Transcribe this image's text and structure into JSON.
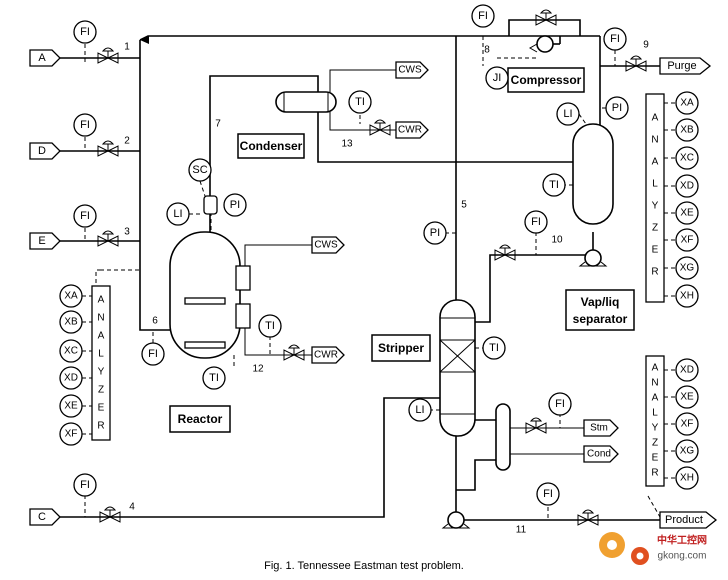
{
  "feeds": {
    "a": "A",
    "d": "D",
    "e": "E",
    "c": "C"
  },
  "streams": {
    "s1": "1",
    "s2": "2",
    "s3": "3",
    "s4": "4",
    "s5": "5",
    "s6": "6",
    "s7": "7",
    "s8": "8",
    "s9": "9",
    "s10": "10",
    "s11": "11",
    "s12": "12",
    "s13": "13"
  },
  "instruments": {
    "fi": "FI",
    "ti": "TI",
    "li": "LI",
    "pi": "PI",
    "sc": "SC",
    "ji": "JI"
  },
  "utilities": {
    "cws": "CWS",
    "cwr": "CWR",
    "stm": "Stm",
    "cond": "Cond"
  },
  "outputs": {
    "purge": "Purge",
    "product": "Product"
  },
  "units": {
    "condenser": "Condenser",
    "compressor": "Compressor",
    "reactor": "Reactor",
    "stripper": "Stripper",
    "separator_line1": "Vap/liq",
    "separator_line2": "separator"
  },
  "analyzer_letters": [
    "A",
    "N",
    "A",
    "L",
    "Y",
    "Z",
    "E",
    "R"
  ],
  "analyzers": {
    "left": [
      "XA",
      "XB",
      "XC",
      "XD",
      "XE",
      "XF"
    ],
    "top_right": [
      "XA",
      "XB",
      "XC",
      "XD",
      "XE",
      "XF",
      "XG",
      "XH"
    ],
    "bottom_right": [
      "XD",
      "XE",
      "XF",
      "XG",
      "XH"
    ]
  },
  "caption": "Fig. 1. Tennessee Eastman test problem.",
  "watermark": {
    "cn": "中华工控网",
    "url": "gkong.com"
  }
}
